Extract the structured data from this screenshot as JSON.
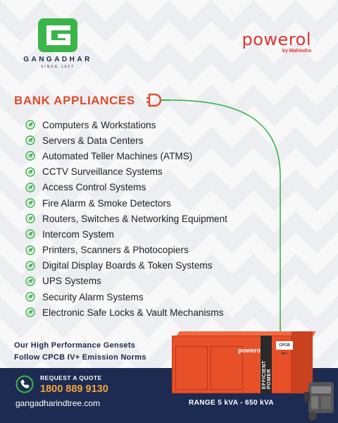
{
  "brand": {
    "gangadhar": {
      "name": "GANGADHAR",
      "since": "SINCE 1957",
      "color": "#3bb54a"
    },
    "powerol": {
      "word": "powerol",
      "by": "by Mahindra",
      "color": "#e5322d"
    }
  },
  "heading": "BANK APPLIANCES",
  "appliances": [
    "Computers & Workstations",
    "Servers & Data Centers",
    "Automated Teller Machines (ATMS)",
    "CCTV Surveillance Systems",
    "Access Control Systems",
    "Fire Alarm & Smoke Detectors",
    "Routers, Switches & Networking Equipment",
    "Intercom System",
    "Printers, Scanners & Photocopiers",
    "Digital Display Boards & Token Systems",
    "UPS Systems",
    "Security Alarm Systems",
    "Electronic Safe Locks & Vault Mechanisms"
  ],
  "tagline": [
    "Our High Performance Gensets",
    "Follow CPCB IV+ Emission Norms"
  ],
  "contact": {
    "quote_label": "REQUEST A QUOTE",
    "phone": "1800 889 9130",
    "website": "gangadharindtree.com"
  },
  "range": "RANGE 5 kVA - 650 kVA",
  "genset": {
    "strip": "EFFICIENT POWER",
    "badge": "CPCB IV+",
    "brand": "powerol"
  },
  "colors": {
    "accent": "#e24a2a",
    "green": "#3bb54a",
    "navy": "#1d2b52",
    "orange": "#f4a63a"
  },
  "icons": [
    "plug-icon",
    "leaf-check-icon",
    "phone-icon",
    "engine-icon"
  ]
}
